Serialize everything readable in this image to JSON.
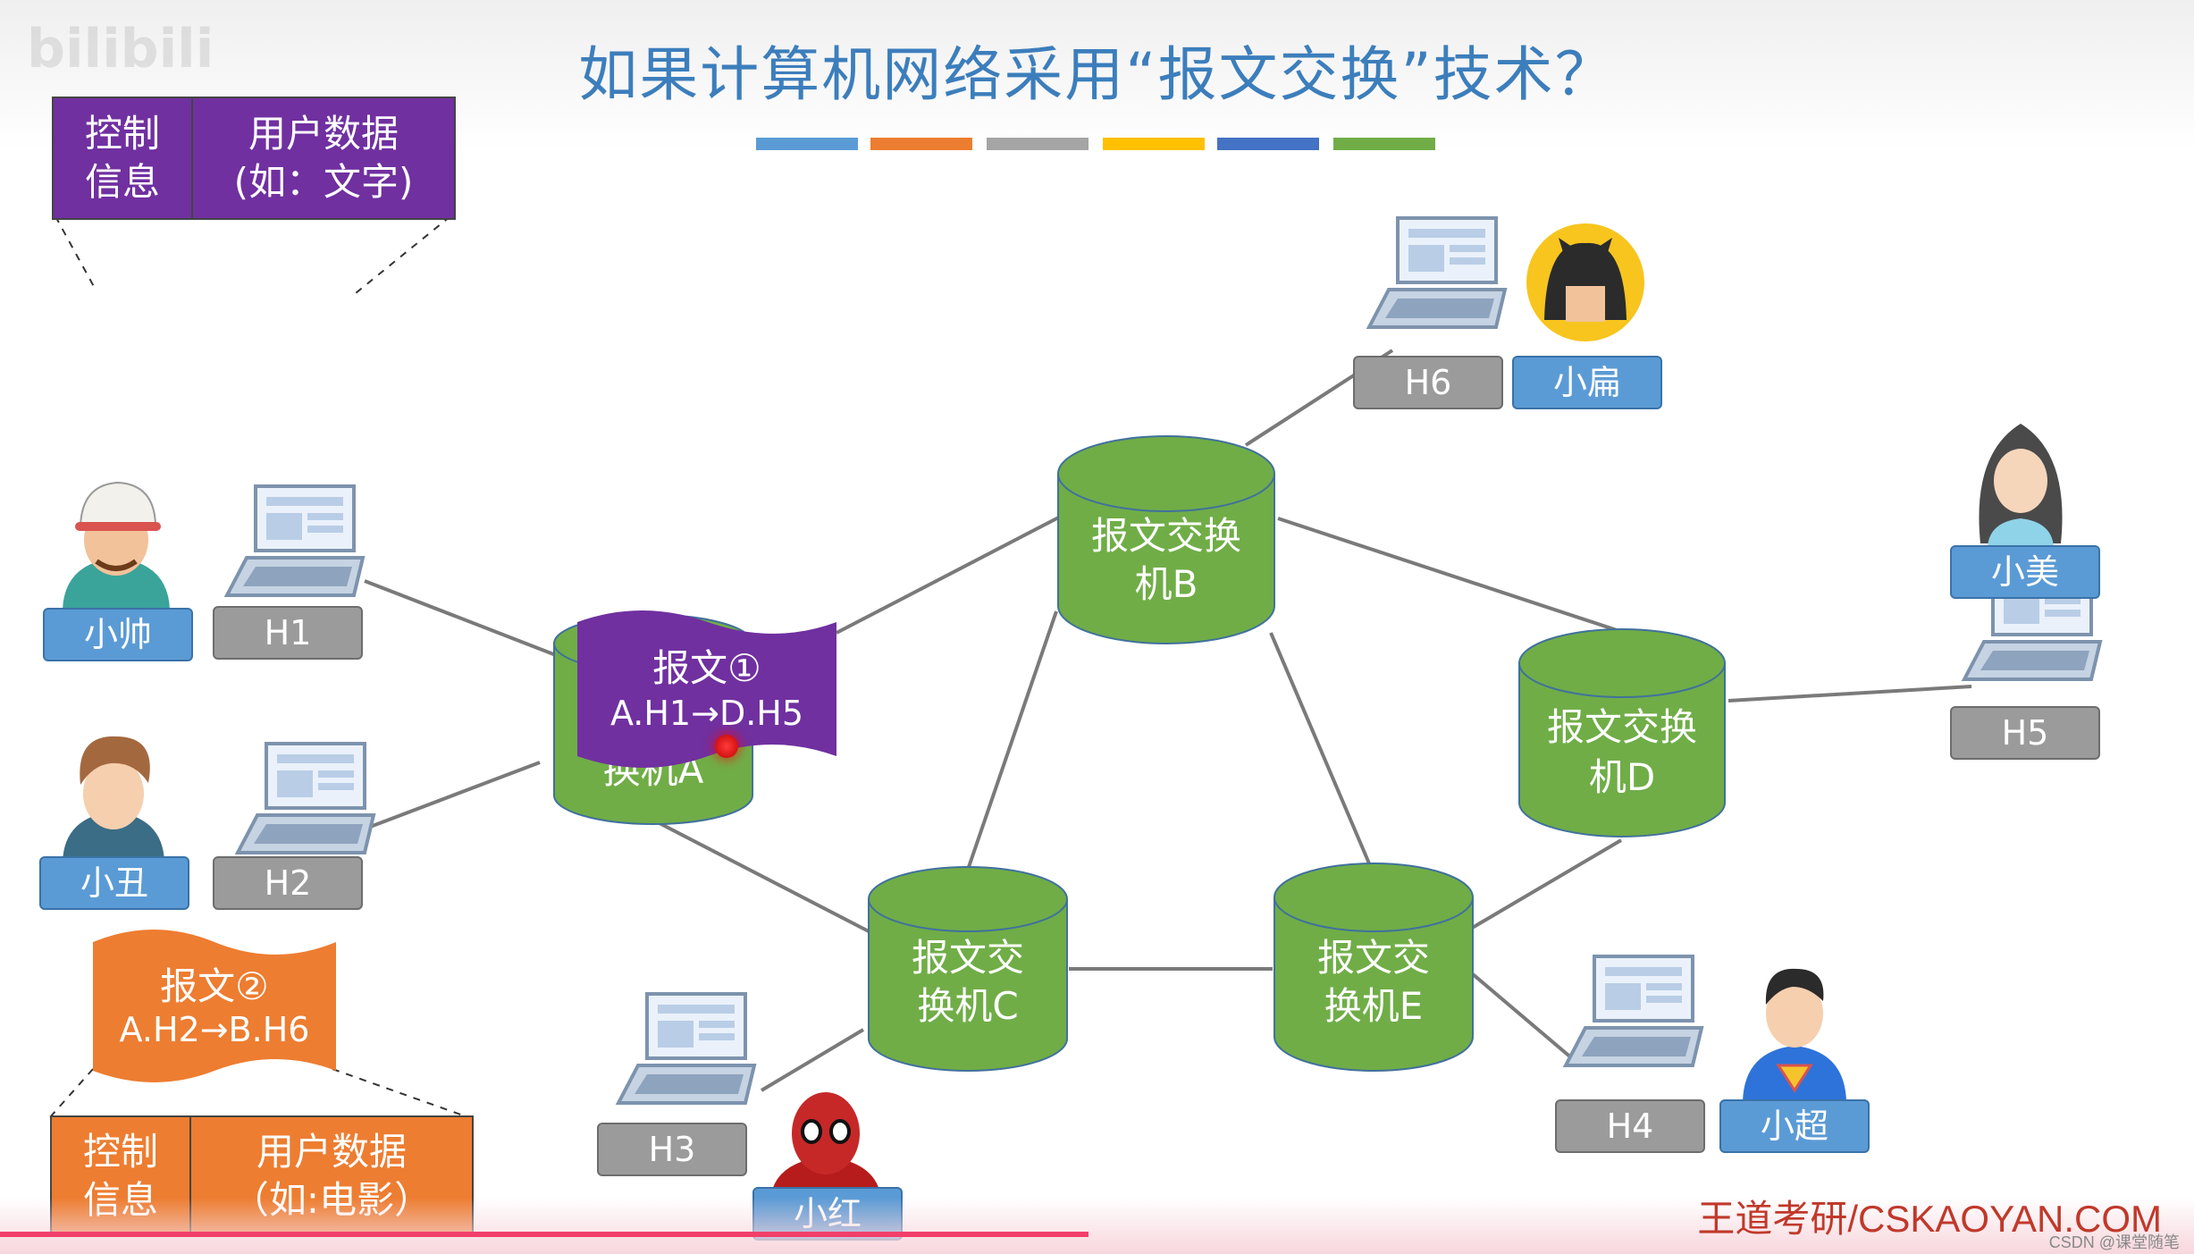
{
  "title": "如果计算机网络采用“报文交换”技术？",
  "title_bar_colors": [
    "#5b9bd5",
    "#ed7d31",
    "#a5a5a5",
    "#ffc000",
    "#4472c4",
    "#70ad47"
  ],
  "watermark": "bilibili",
  "packet_format_top": {
    "control": "控制\n信息",
    "user_data": "用户数据\n(如：文字)",
    "color": "#7030a0"
  },
  "packet_format_bottom": {
    "control": "控制\n信息",
    "user_data": "用户数据\n（如:电影）",
    "color": "#ed7d31"
  },
  "messages": [
    {
      "name": "报文①",
      "route": "A.H1→D.H5",
      "color": "#7030a0"
    },
    {
      "name": "报文②",
      "route": "A.H2→B.H6",
      "color": "#ed7d31"
    }
  ],
  "switches": {
    "A": {
      "line1": "",
      "line2": "换机A"
    },
    "B": {
      "line1": "报文交换",
      "line2": "机B"
    },
    "C": {
      "line1": "报文交",
      "line2": "换机C"
    },
    "D": {
      "line1": "报文交换",
      "line2": "机D"
    },
    "E": {
      "line1": "报文交",
      "line2": "换机E"
    }
  },
  "switch_color": "#70ad47",
  "hosts": {
    "H1": {
      "host": "H1",
      "user": "小帅"
    },
    "H2": {
      "host": "H2",
      "user": "小丑"
    },
    "H3": {
      "host": "H3",
      "user": "小红"
    },
    "H4": {
      "host": "H4",
      "user": "小超"
    },
    "H5": {
      "host": "H5",
      "user": "小美"
    },
    "H6": {
      "host": "H6",
      "user": "小扁"
    }
  },
  "footer": {
    "brand": "王道考研/CSKAOYAN.COM",
    "credit": "CSDN @课堂随笔"
  }
}
